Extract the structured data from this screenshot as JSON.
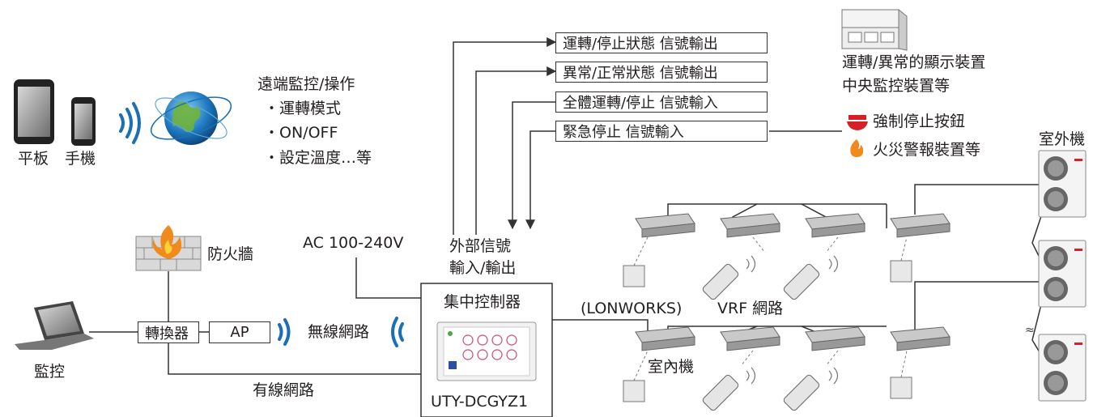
{
  "devices": {
    "tablet_label": "平板",
    "phone_label": "手機",
    "laptop_label": "監控",
    "firewall_label": "防火牆",
    "converter_label": "轉換器",
    "ap_label": "AP",
    "wireless_label": "無線網路",
    "wired_label": "有線網路",
    "power_label": "AC 100-240V"
  },
  "remote": {
    "title": "遠端監控/操作",
    "items": [
      "・運轉模式",
      "・ON/OFF",
      "・設定溫度…等"
    ]
  },
  "signals": {
    "label_line1": "外部信號",
    "label_line2": "輸入/輸出",
    "boxes": [
      "運轉/停止狀態 信號輸出",
      "異常/正常狀態 信號輸出",
      "全體運轉/停止 信號輸入",
      "緊急停止 信號輸入"
    ]
  },
  "external_devices": {
    "display_line1": "運轉/異常的顯示裝置",
    "display_line2": "中央監控裝置等",
    "emergency_button": "強制停止按鈕",
    "fire_alarm": "火災警報裝置等"
  },
  "controller": {
    "title": "集中控制器",
    "model": "UTY-DCGYZ1"
  },
  "network": {
    "lonworks": "(LONWORKS)",
    "vrf": "VRF 網路",
    "indoor_label": "室內機",
    "outdoor_label": "室外機"
  },
  "colors": {
    "line": "#333333",
    "wifi": "#1a6fb5",
    "red": "#d42027",
    "fire": "#f08a1d"
  }
}
